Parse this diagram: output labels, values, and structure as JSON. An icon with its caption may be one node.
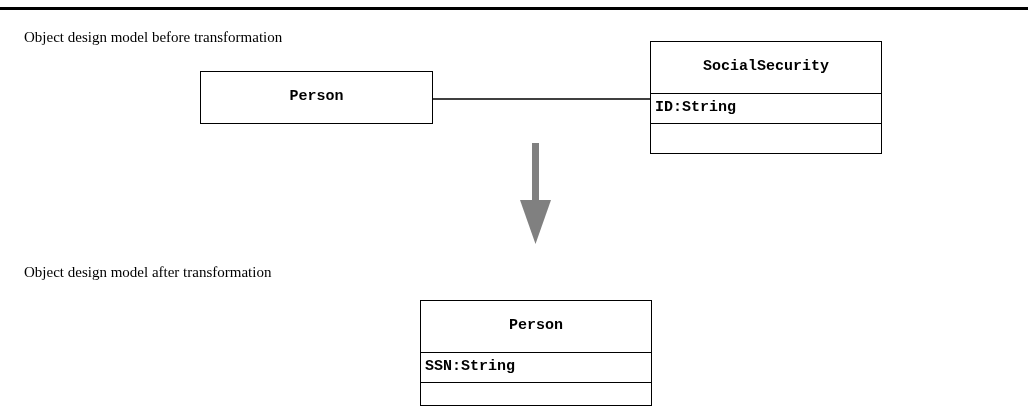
{
  "diagram": {
    "nodes": [
      {
        "text": [
          "Person"
        ]
      },
      {
        "text": [
          "SocialSecurity",
          "ID:String"
        ]
      },
      {
        "text": [
          "Person",
          "SSN:String"
        ]
      }
    ],
    "edges": [
      {
        "from": 0,
        "to": 1,
        "arrow": "none"
      }
    ],
    "labels": [
      "Object design model before transformation",
      "Object design model after transformation"
    ]
  }
}
